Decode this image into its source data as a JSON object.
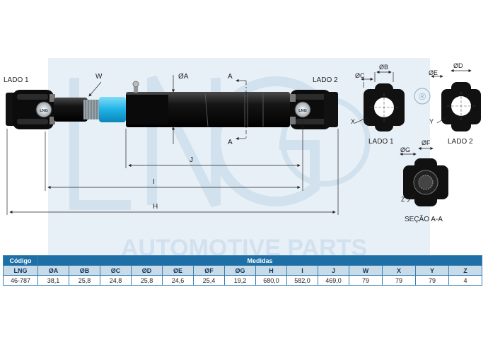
{
  "watermark": {
    "logo_text": "LNG",
    "tagline": "AUTOMOTIVE PARTS",
    "registered_mark": "®"
  },
  "drawing": {
    "side_left_label": "LADO 1",
    "side_right_label": "LADO 2",
    "yoke_logo_text": "LNG",
    "dim_W": "W",
    "dim_A": "ØA",
    "section_mark": "A",
    "dim_J": "J",
    "dim_I": "I",
    "dim_H": "H"
  },
  "end_views": {
    "lado1": {
      "title": "LADO 1",
      "dim_C": "ØC",
      "dim_B": "ØB",
      "dim_X": "X"
    },
    "lado2": {
      "title": "LADO 2",
      "dim_E": "ØE",
      "dim_D": "ØD",
      "dim_Y": "Y"
    },
    "section": {
      "title": "SEÇÃO A-A",
      "dim_G": "ØG",
      "dim_F": "ØF",
      "dim_Z": "Z"
    }
  },
  "table": {
    "code_header": "Código",
    "measures_header": "Medidas",
    "brand": "LNG",
    "columns": [
      "ØA",
      "ØB",
      "ØC",
      "ØD",
      "ØE",
      "ØF",
      "ØG",
      "H",
      "I",
      "J",
      "W",
      "X",
      "Y",
      "Z"
    ],
    "rows": [
      {
        "code": "46-787",
        "values": [
          "38,1",
          "25,8",
          "24,8",
          "25,8",
          "24,6",
          "25,4",
          "19,2",
          "680,0",
          "582,0",
          "469,0",
          "79",
          "79",
          "79",
          "4"
        ]
      }
    ]
  },
  "colors": {
    "shaft": "#111111",
    "boot": "#29b6e8",
    "table_header": "#1d6fa5",
    "table_subheader": "#c7dbe9",
    "watermark": "#dde9f3"
  }
}
